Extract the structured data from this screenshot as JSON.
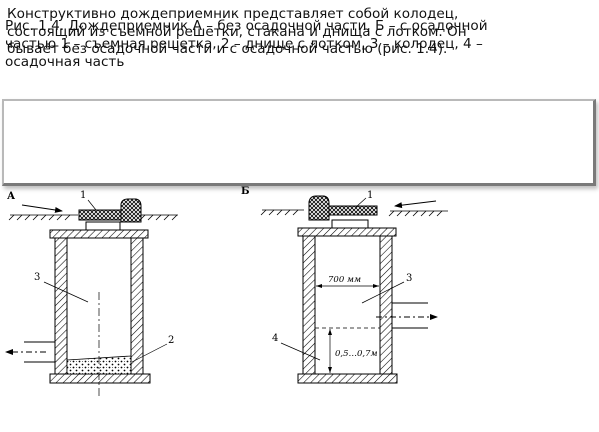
{
  "intro": {
    "line1": "Конструктивно дождеприемник представляет собой колодец,",
    "line2": "состоящий из съемной решетки, стакана и днища с лотком. Он",
    "line3": "бывает без осадочной части и с осадочной частью (рис. 1.4)."
  },
  "caption": {
    "line1": "Рис. 1.4. Дождеприемник А – без осадочной части, Б – с осадочной",
    "line2": "частью 1 – съемная решетка, 2 – днище с лотком, 3 – колодец, 4 –",
    "line3": "осадочная часть"
  },
  "figure_a": {
    "letter": "А",
    "labels": {
      "l1": "1",
      "l2": "2",
      "l3": "3"
    }
  },
  "figure_b": {
    "letter": "Б",
    "labels": {
      "l1": "1",
      "l3": "3",
      "l4": "4"
    },
    "dim_width": "700 мм",
    "dim_depth": "0,5…0,7м"
  }
}
